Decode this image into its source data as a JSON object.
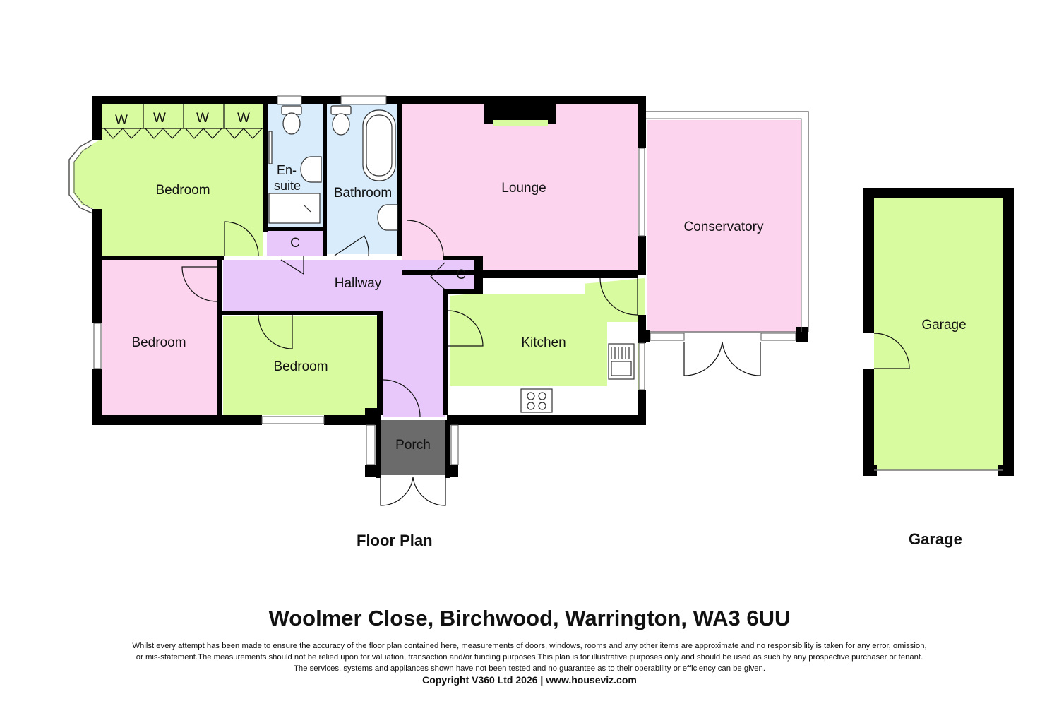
{
  "colors": {
    "green": "#d9fba0",
    "pink": "#fcd4ee",
    "blue": "#d8ecfb",
    "purple": "#e8c8fa",
    "porch": "#6b6b6b",
    "wall": "#000000"
  },
  "rooms": {
    "bedroom_main": "Bedroom",
    "ensuite_line1": "En-",
    "ensuite_line2": "suite",
    "bathroom": "Bathroom",
    "lounge": "Lounge",
    "conservatory": "Conservatory",
    "hallway": "Hallway",
    "cupboard_1": "C",
    "cupboard_2": "C",
    "bedroom_west": "Bedroom",
    "bedroom_middle": "Bedroom",
    "kitchen": "Kitchen",
    "porch": "Porch",
    "garage": "Garage"
  },
  "wardrobes": [
    "W",
    "W",
    "W",
    "W"
  ],
  "captions": {
    "floor_plan": "Floor Plan",
    "garage": "Garage"
  },
  "address": "Woolmer Close, Birchwood, Warrington, WA3 6UU",
  "disclaimer": [
    "Whilst every attempt has been made to ensure the accuracy of the floor plan contained here, measurements of doors, windows, rooms and any other items are approximate and no responsibility is taken for any error, omission,",
    "or mis-statement.The measurements should not be relied upon for valuation, transaction and/or funding purposes This plan is for illustrative purposes only and should be used as such by any prospective purchaser or tenant.",
    "The services, systems and appliances shown have not been tested and no guarantee as to their operability or efficiency can be given."
  ],
  "copyright": "Copyright V360 Ltd 2026 | www.houseviz.com"
}
